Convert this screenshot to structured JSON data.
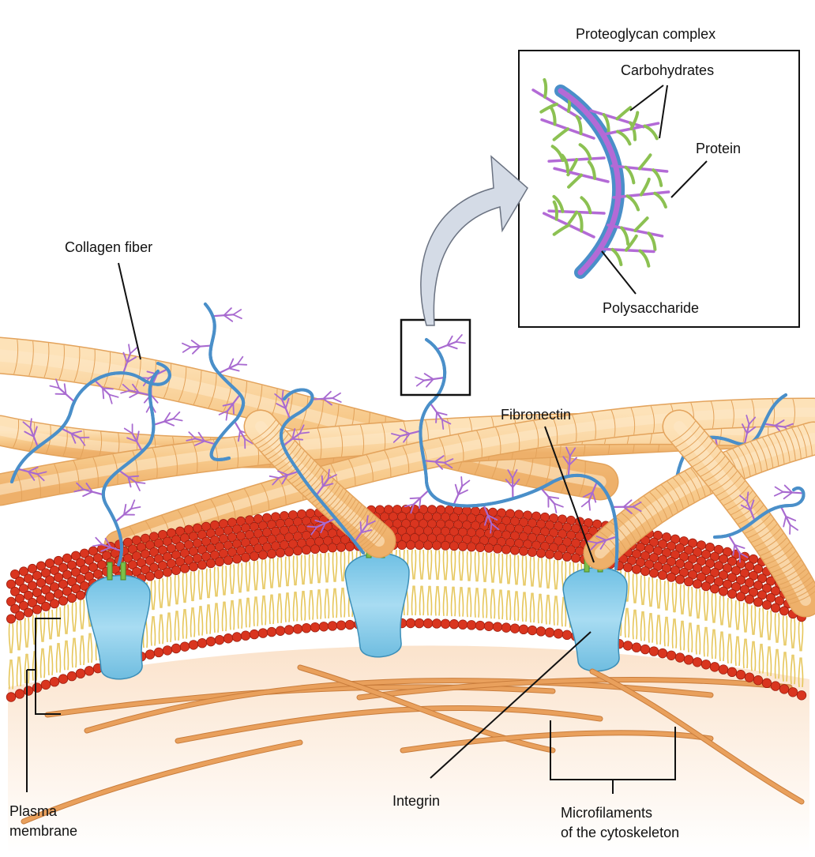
{
  "labels": {
    "proteoglycan_complex": "Proteoglycan complex",
    "carbohydrates": "Carbohydrates",
    "protein": "Protein",
    "polysaccharide": "Polysaccharide",
    "collagen_fiber": "Collagen fiber",
    "fibronectin": "Fibronectin",
    "integrin": "Integrin",
    "plasma_membrane_1": "Plasma",
    "plasma_membrane_2": "membrane",
    "microfilaments_1": "Microfilaments",
    "microfilaments_2": "of the cytoskeleton"
  },
  "colors": {
    "collagen_fill": "#f7c98a",
    "collagen_stroke": "#e3a35c",
    "proteoglycan_core": "#4a8fc9",
    "proteoglycan_branch": "#a86ad0",
    "carbohydrate": "#8cc152",
    "membrane_head": "#d9351f",
    "membrane_tail": "#e6c65a",
    "integrin_fill": "#8fd0ec",
    "microfilament": "#e9a05c",
    "cytoplasm": "#fbe8d6",
    "arrow_fill": "#cfd8e3"
  }
}
